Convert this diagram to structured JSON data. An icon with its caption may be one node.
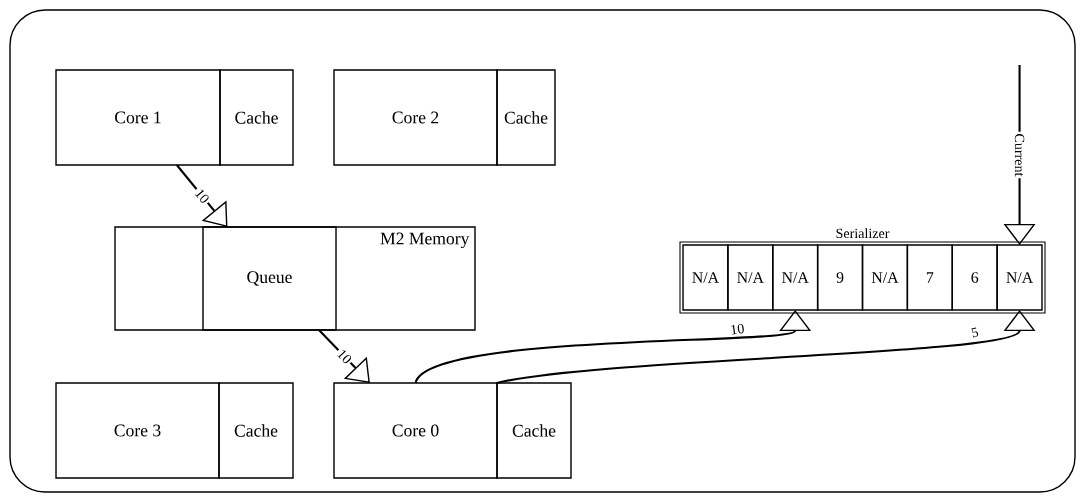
{
  "diagram": {
    "nodes": [
      {
        "text": [],
        "shape": "box"
      },
      {
        "text": [
          "Core 1"
        ],
        "in": 0
      },
      {
        "text": [
          "Cache"
        ],
        "in": 0
      },
      {
        "text": [
          "Core 2"
        ],
        "in": 0
      },
      {
        "text": [
          "Cache"
        ],
        "in": 0
      },
      {
        "text": [
          "M2 Memory"
        ],
        "in": 0
      },
      {
        "text": [
          "Queue"
        ],
        "in": 5
      },
      {
        "text": [
          "Serializer"
        ],
        "in": 0
      },
      {
        "text": [
          "N/A"
        ],
        "in": 7
      },
      {
        "text": [
          "N/A"
        ],
        "in": 7
      },
      {
        "text": [
          "N/A"
        ],
        "in": 7
      },
      {
        "text": [
          "9"
        ],
        "in": 7
      },
      {
        "text": [
          "N/A"
        ],
        "in": 7
      },
      {
        "text": [
          "7"
        ],
        "in": 7
      },
      {
        "text": [
          "6"
        ],
        "in": 7
      },
      {
        "text": [
          "N/A"
        ],
        "in": 7
      },
      {
        "text": [
          "Core 3"
        ],
        "in": 0
      },
      {
        "text": [
          "Cache"
        ],
        "in": 0
      },
      {
        "text": [
          "Core 0"
        ],
        "in": 0
      },
      {
        "text": [
          "Cache"
        ],
        "in": 0
      }
    ],
    "edges": [
      {
        "from": 1,
        "to": 6,
        "arrow": "to",
        "label": "10"
      },
      {
        "from": 6,
        "to": 18,
        "arrow": "to",
        "label": "10"
      },
      {
        "from": 18,
        "to": 10,
        "arrow": "to",
        "label": "10"
      },
      {
        "from": 18,
        "to": 15,
        "arrow": "to",
        "label": "5"
      },
      {
        "from": null,
        "to": 15,
        "arrow": "to",
        "label": "Current"
      }
    ]
  }
}
